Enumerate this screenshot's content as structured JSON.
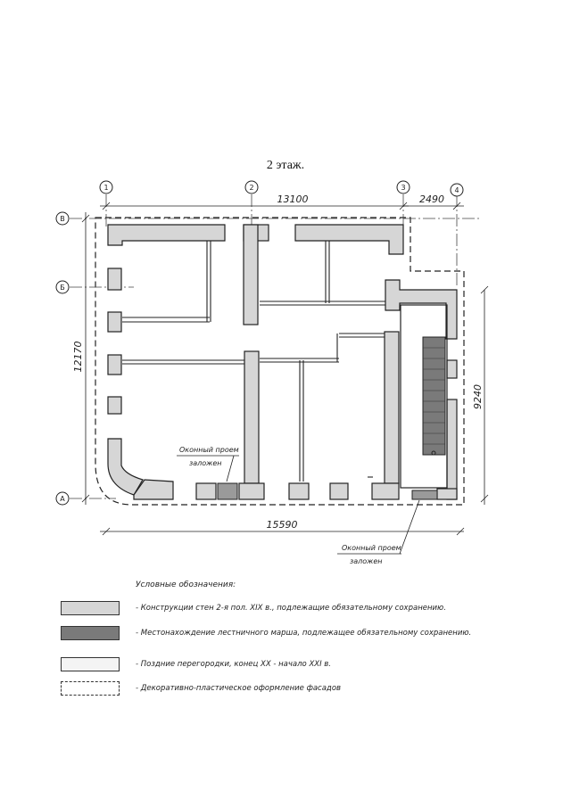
{
  "title": "2 этаж.",
  "axes": {
    "columns": [
      "1",
      "2",
      "3",
      "4"
    ],
    "rows": [
      "В",
      "Б",
      "А"
    ]
  },
  "dimensions": {
    "top_main": "13100",
    "top_right": "2490",
    "left": "12170",
    "right": "9240",
    "bottom": "15590"
  },
  "annotations": {
    "window_left_line1": "Оконный проем",
    "window_left_line2": "заложен",
    "window_right_line1": "Оконный проем",
    "window_right_line2": "заложен"
  },
  "legend": {
    "title": "Условные обозначения:",
    "items": [
      {
        "text": "- Конструкции стен 2-я пол. XIX в., подлежащие обязательному сохранению.",
        "fill": "#d6d6d6",
        "border": "solid"
      },
      {
        "text": "- Местонахождение лестничного марша, подлежащее обязательному сохранению.",
        "fill": "#7a7a7a",
        "border": "solid"
      },
      {
        "text": "- Поздние перегородки, конец XX - начало XXI в.",
        "fill": "#f4f4f4",
        "border": "solid"
      },
      {
        "text": "- Декоративно-пластическое оформление фасадов",
        "fill": "#ffffff",
        "border": "dashed"
      }
    ]
  },
  "colors": {
    "historic_wall": "#d6d6d6",
    "stair": "#7a7a7a",
    "late_partition": "#f4f4f4",
    "line": "#222222"
  }
}
